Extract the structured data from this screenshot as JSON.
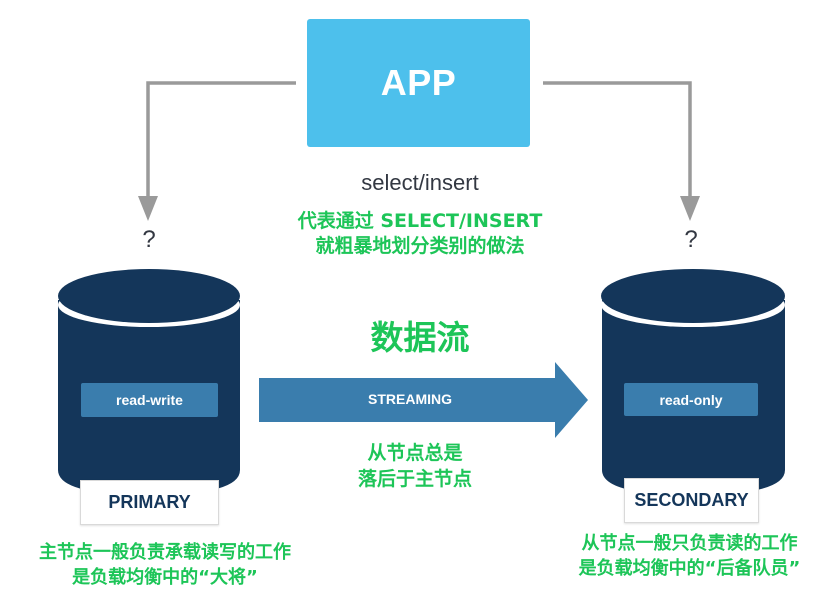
{
  "app": {
    "label": "APP",
    "color": "#4DC0EC"
  },
  "connectors": {
    "left_question": "?",
    "right_question": "?",
    "line_color": "#999999"
  },
  "operation_label": "select/insert",
  "annotations": {
    "top_note": [
      "代表通过 SELECT/INSERT",
      "就粗暴地划分类别的做法"
    ],
    "dataflow_title": "数据流",
    "middle_note": [
      "从节点总是",
      "落后于主节点"
    ],
    "left_note": [
      "主节点一般负责承载读写的工作",
      "是负载均衡中的“大将”"
    ],
    "right_note": [
      "从节点一般只负责读的工作",
      "是负载均衡中的“后备队员”"
    ],
    "color": "#1DC558"
  },
  "primary": {
    "mode": "read-write",
    "name": "PRIMARY",
    "color": "#14365A"
  },
  "secondary": {
    "mode": "read-only",
    "name": "SECONDARY",
    "color": "#14365A"
  },
  "stream": {
    "label": "STREAMING",
    "color": "#3A7DAD"
  }
}
